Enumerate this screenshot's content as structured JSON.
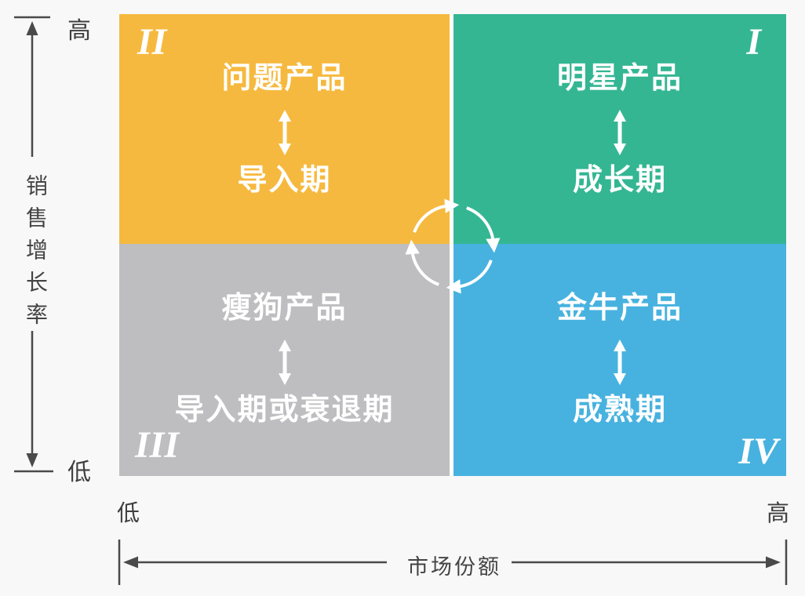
{
  "diagram": {
    "type": "bcg-growth-share-matrix",
    "y_axis": {
      "label": "销售增长率",
      "top_label": "高",
      "bottom_label": "低"
    },
    "x_axis": {
      "label": "市场份额",
      "left_label": "低",
      "right_label": "高"
    },
    "quadrants": [
      {
        "numeral": "II",
        "product": "问题产品",
        "stage": "导入期",
        "position": "top-left",
        "color": "#f6b93f"
      },
      {
        "numeral": "I",
        "product": "明星产品",
        "stage": "成长期",
        "position": "top-right",
        "color": "#34b693"
      },
      {
        "numeral": "III",
        "product": "瘦狗产品",
        "stage": "导入期或衰退期",
        "position": "bottom-left",
        "color": "#bebec0"
      },
      {
        "numeral": "IV",
        "product": "金牛产品",
        "stage": "成熟期",
        "position": "bottom-right",
        "color": "#47b2df"
      }
    ],
    "center_icon": "cycle-arrows",
    "colors": {
      "background": "#f8f8f8",
      "axis": "#4a4a4a",
      "quadrant_text": "#ffffff",
      "divider": "#ffffff"
    }
  }
}
